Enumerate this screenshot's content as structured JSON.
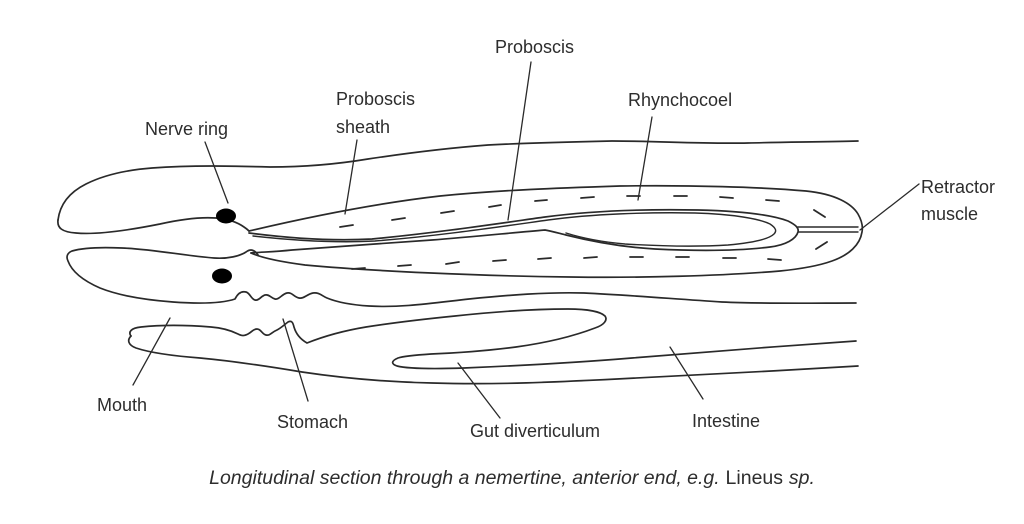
{
  "figure": {
    "colors": {
      "line": "#2a2a2a",
      "text": "#2d2d2d",
      "background": "#ffffff",
      "dot": "#000000"
    },
    "labels": {
      "proboscis": "Proboscis",
      "proboscis_sheath": [
        "Proboscis",
        "sheath"
      ],
      "rhynchocoel": "Rhynchocoel",
      "nerve_ring": "Nerve ring",
      "retractor_muscle": [
        "Retractor",
        "muscle"
      ],
      "mouth": "Mouth",
      "stomach": "Stomach",
      "gut_diverticulum": "Gut diverticulum",
      "intestine": "Intestine"
    },
    "caption": {
      "italic_before": "Longitudinal section through a nemertine, anterior end, e.g.",
      "roman": "Lineus",
      "italic_after": "sp."
    }
  }
}
